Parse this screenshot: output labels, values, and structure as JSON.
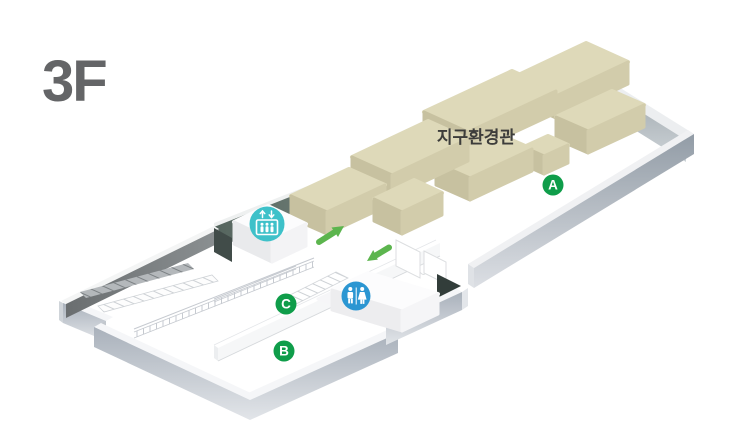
{
  "page": {
    "background": "#ffffff"
  },
  "floor": {
    "label": "3F",
    "label_color": "#646567"
  },
  "map": {
    "hall_label": "지구환경관",
    "hall_label_color": "#3d3d3b",
    "exhibit_block_color": "#ded9b9",
    "wall_color": "#9aa3ad",
    "back_wall_color": "#57675f",
    "marker_color": "#0f9d4a",
    "arrow_color": "#5cb54e",
    "markers": [
      {
        "id": "A",
        "label": "A"
      },
      {
        "id": "B",
        "label": "B"
      },
      {
        "id": "C",
        "label": "C"
      }
    ],
    "facilities": [
      {
        "id": "elevator",
        "icon": "elevator-icon",
        "color": "#3ec1c9"
      },
      {
        "id": "restroom",
        "icon": "restroom-icon",
        "color": "#2b96d2"
      }
    ],
    "arrows": [
      {
        "direction": "up-right"
      },
      {
        "direction": "down-left"
      }
    ]
  }
}
